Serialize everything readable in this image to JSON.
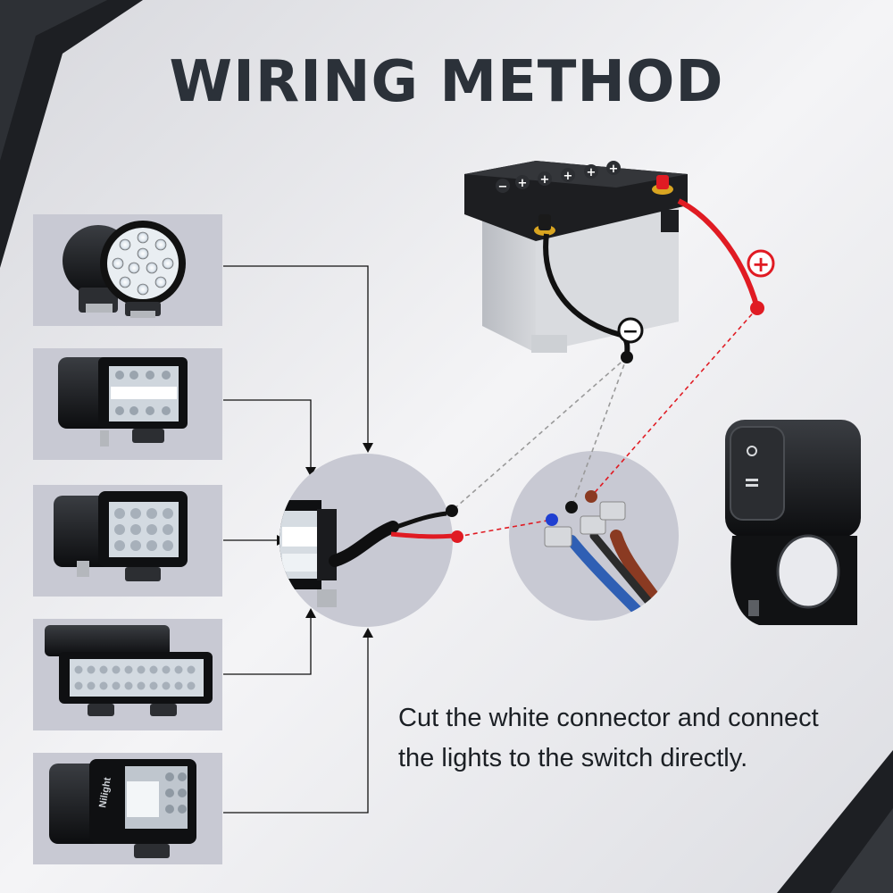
{
  "title": "WIRING METHOD",
  "caption": {
    "line1": "Cut the white connector and connect",
    "line2": "the lights to the switch directly."
  },
  "symbols": {
    "positive": "+",
    "negative": "−"
  },
  "brand_mark": "Nilight",
  "battery_cell_marks": [
    "−",
    "+",
    "+",
    "+",
    "+",
    "+"
  ],
  "colors": {
    "background": "#e9eaee",
    "panel": "#c8c9d3",
    "positive_wire": "#e01b23",
    "negative_wire": "#111111",
    "blue_wire": "#2f5fb4",
    "brown_wire": "#8a3a22",
    "title": "#2b3139"
  },
  "lights": [
    {
      "name": "round-flood-light"
    },
    {
      "name": "led-pod-light"
    },
    {
      "name": "led-cube-light"
    },
    {
      "name": "led-light-bar"
    },
    {
      "name": "led-pod-light-wide"
    }
  ]
}
